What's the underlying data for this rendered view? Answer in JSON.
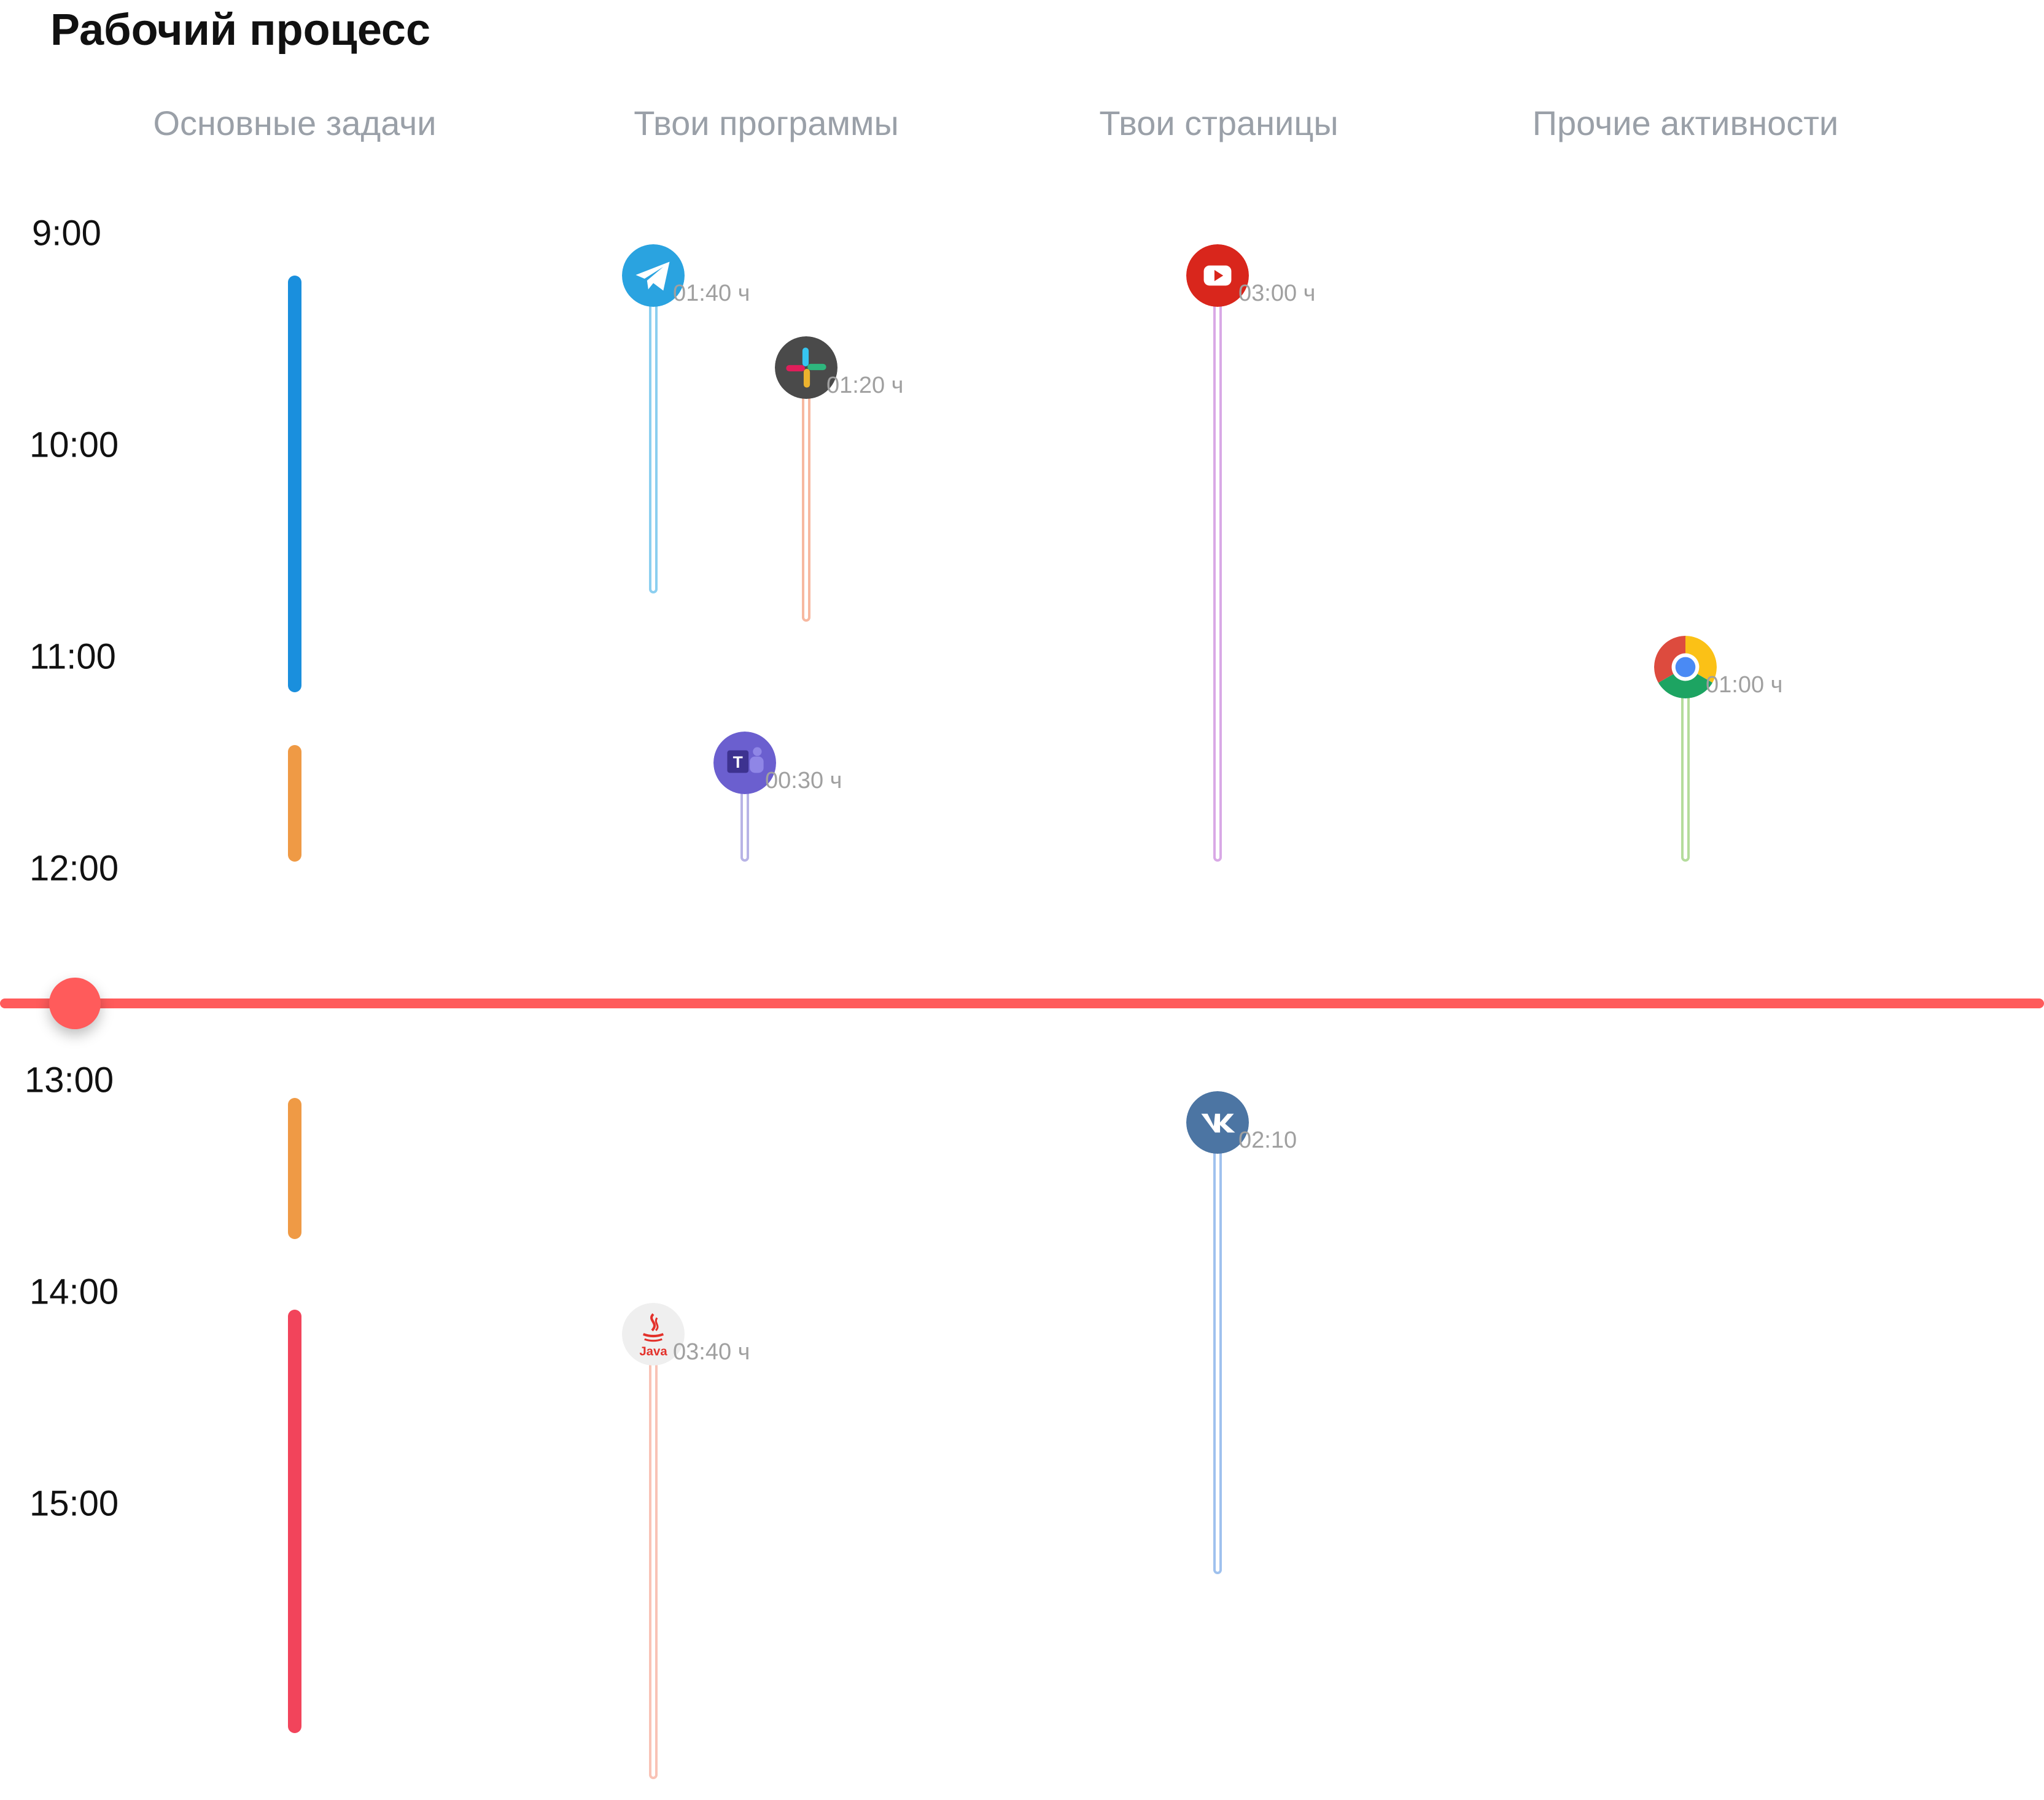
{
  "title": "Рабочий процесс",
  "columns": [
    "Основные задачи",
    "Твои программы",
    "Твои страницы",
    "Прочие активности"
  ],
  "times": [
    "9:00",
    "10:00",
    "11:00",
    "12:00",
    "13:00",
    "14:00",
    "15:00"
  ],
  "tasks": [
    {
      "from": "09:12",
      "to": "11:10",
      "color": "#1a8fdd"
    },
    {
      "from": "11:25",
      "to": "11:58",
      "color": "#ef9a45"
    },
    {
      "from": "13:05",
      "to": "13:45",
      "color": "#ef9a45"
    },
    {
      "from": "14:05",
      "to": "16:05",
      "color": "#f2445b"
    }
  ],
  "apps": [
    {
      "name": "telegram-icon",
      "duration": "01:40 ч",
      "start": "09:12",
      "end": "10:42",
      "stem_color": "#8ccff0"
    },
    {
      "name": "slack-icon",
      "duration": "01:20 ч",
      "start": "09:38",
      "end": "10:50",
      "stem_color": "#f7b8a0"
    },
    {
      "name": "teams-icon",
      "duration": "00:30 ч",
      "start": "11:30",
      "end": "11:58",
      "stem_color": "#b8b4e6"
    },
    {
      "name": "java-icon",
      "duration": "03:40 ч",
      "start": "14:12",
      "end": "16:18",
      "stem_color": "#f9c3b6"
    }
  ],
  "pages": [
    {
      "name": "youtube-icon",
      "duration": "03:00 ч",
      "start": "09:12",
      "end": "11:58",
      "stem_color": "#d9a9e6"
    },
    {
      "name": "vk-icon",
      "duration": "02:10",
      "start": "13:12",
      "end": "15:20",
      "stem_color": "#9fc1ee"
    }
  ],
  "other": [
    {
      "name": "chrome-icon",
      "duration": "01:00 ч",
      "start": "11:03",
      "end": "11:58",
      "stem_color": "#b4dc9c"
    }
  ],
  "current_time": "12:35",
  "now_color": "#ff5b5b"
}
